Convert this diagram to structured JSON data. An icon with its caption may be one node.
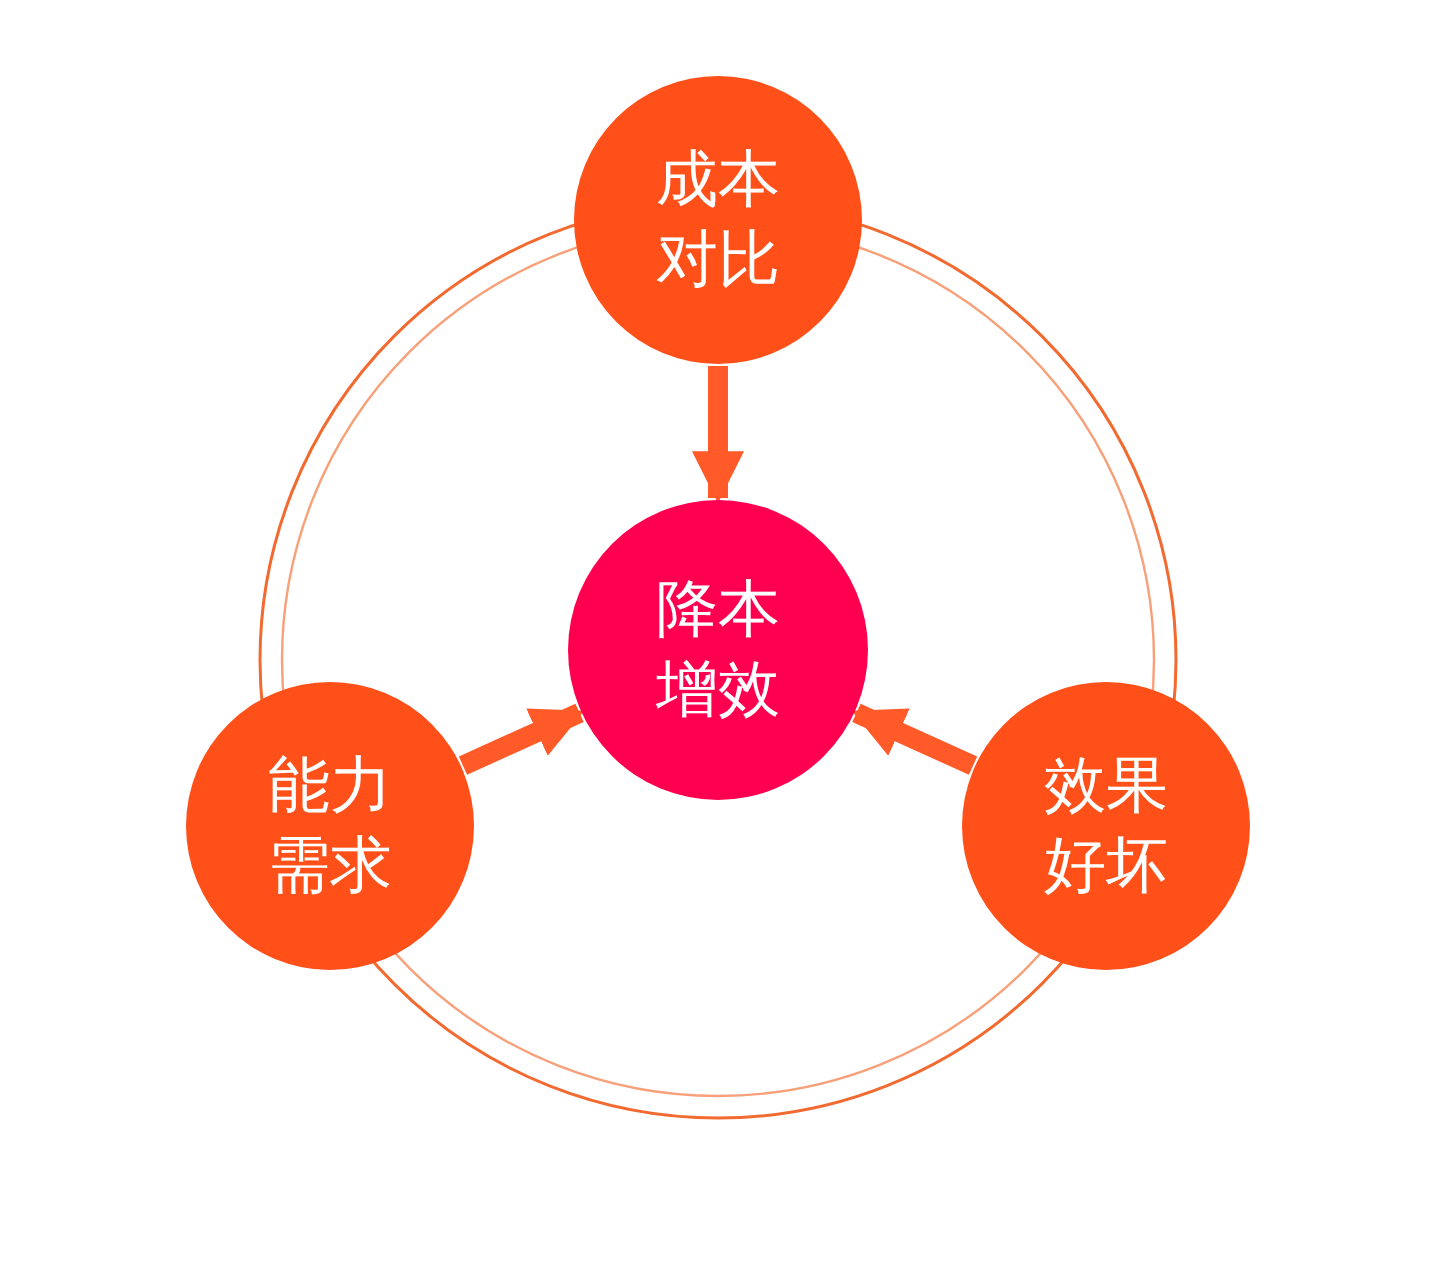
{
  "diagram": {
    "nodes": [
      {
        "text": [
          "成本对比"
        ]
      },
      {
        "text": [
          "降本增效"
        ]
      },
      {
        "text": [
          "能力需求"
        ]
      },
      {
        "text": [
          "效果好坏"
        ]
      }
    ],
    "edges": [
      {
        "from": 0,
        "to": 1,
        "arrow": "to"
      },
      {
        "from": 2,
        "to": 1,
        "arrow": "to"
      },
      {
        "from": 3,
        "to": 1,
        "arrow": "to"
      }
    ]
  }
}
